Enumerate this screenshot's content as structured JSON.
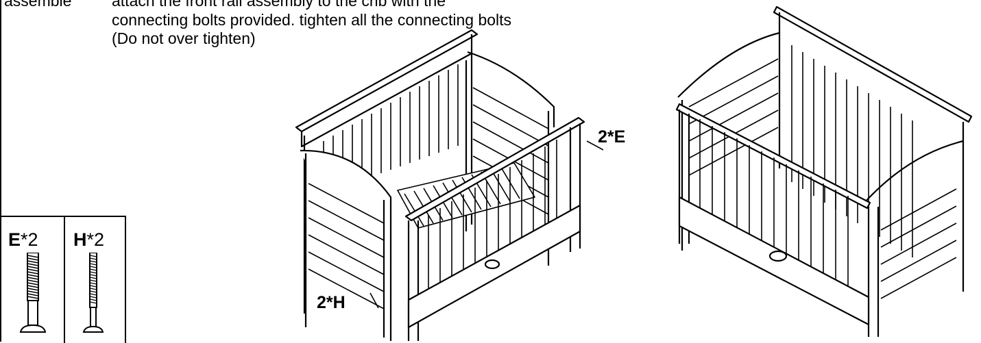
{
  "step": {
    "label": "assemble"
  },
  "instructions": {
    "line1": "attach the front rail assembly to the crib with the",
    "line2": "connecting bolts provided. tighten all the connecting bolts",
    "line3": "(Do not over tighten)"
  },
  "parts": [
    {
      "letter": "E",
      "qty": "*2"
    },
    {
      "letter": "H",
      "qty": "*2"
    }
  ],
  "callouts": {
    "e": "2*E",
    "h": "2*H"
  }
}
